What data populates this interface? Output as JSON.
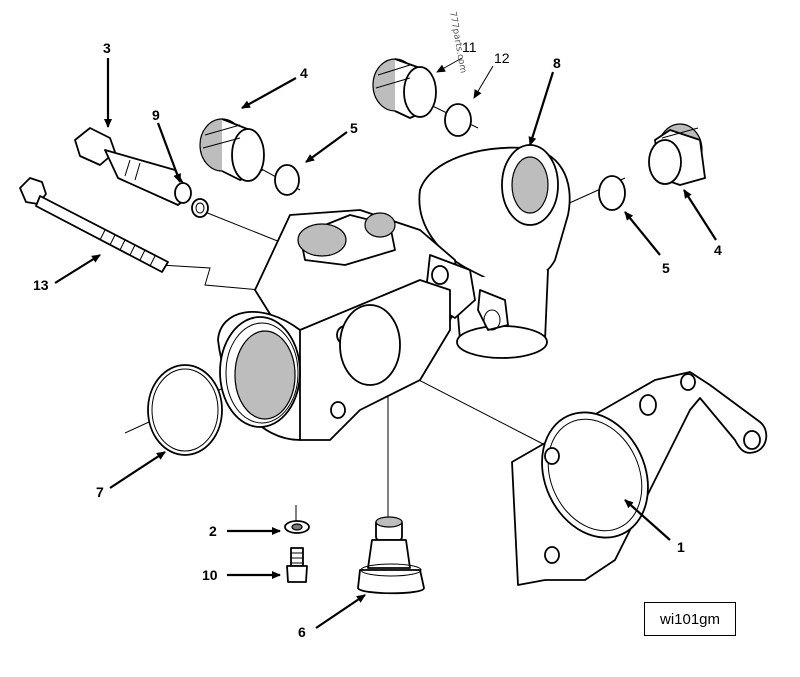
{
  "drawing_id": "wi101gm",
  "watermark": "777parts.com",
  "callouts": {
    "c1": "1",
    "c2": "2",
    "c3": "3",
    "c4a": "4",
    "c4b": "4",
    "c5a": "5",
    "c5b": "5",
    "c6": "6",
    "c7": "7",
    "c8": "8",
    "c9": "9",
    "c10": "10",
    "c11": "11",
    "c12": "12",
    "c13": "13"
  }
}
